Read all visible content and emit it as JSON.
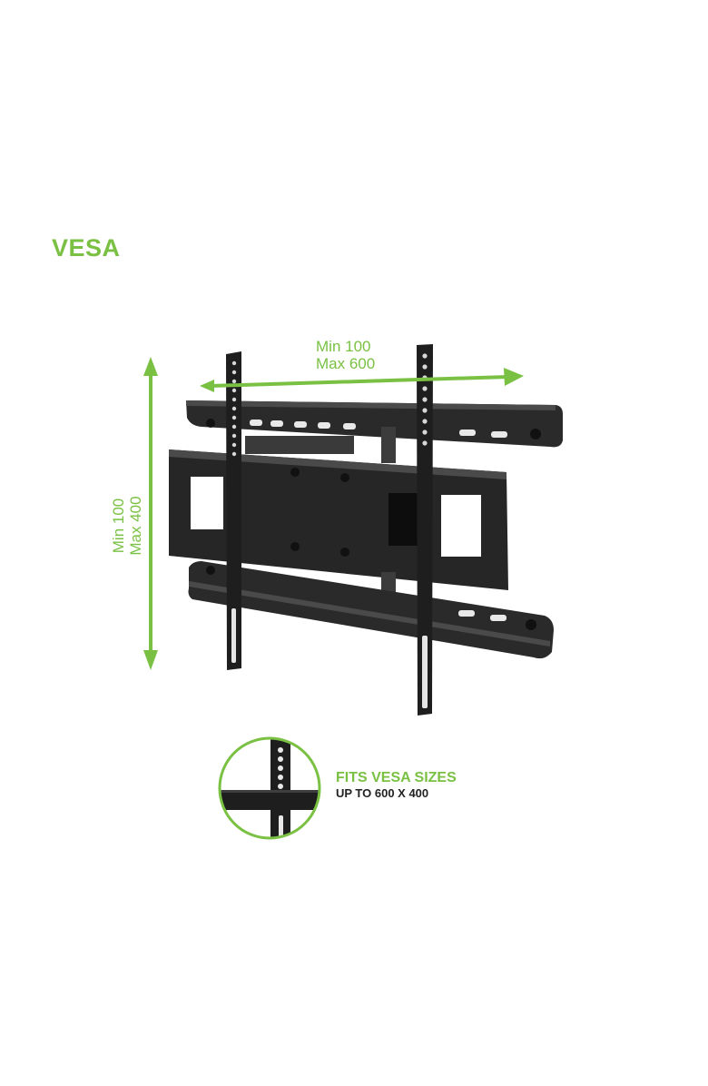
{
  "heading": "VESA",
  "dimensions": {
    "horizontal": {
      "min": "Min 100",
      "max": "Max 600"
    },
    "vertical": {
      "min": "Min 100",
      "max": "Max 400"
    }
  },
  "badge": {
    "title": "FITS VESA SIZES",
    "subtitle": "UP TO 600 X 400"
  },
  "colors": {
    "accent": "#7ac143",
    "mount": "#1e1e1e",
    "background": "#ffffff"
  }
}
